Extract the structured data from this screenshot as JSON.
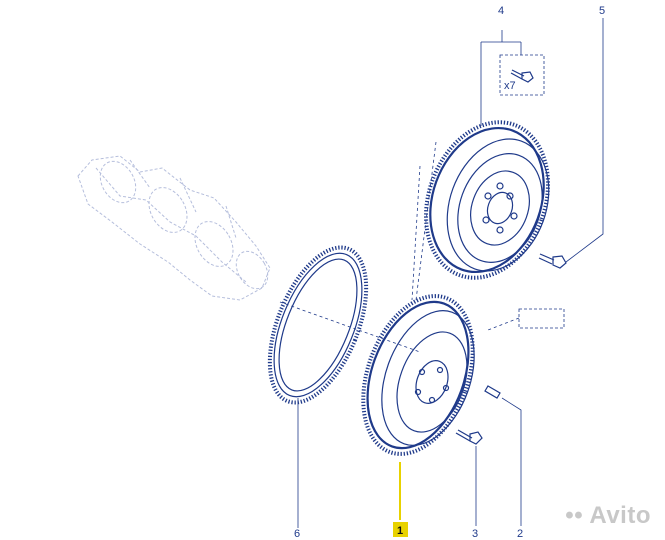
{
  "callouts": {
    "c1": "1",
    "c2": "2",
    "c3": "3",
    "c4": "4",
    "c5": "5",
    "c6": "6"
  },
  "bolt_box": {
    "quantity": "x7"
  },
  "watermark": "Avito",
  "colors": {
    "line": "#1f3a8a",
    "highlight": "#e8d200",
    "faint": "#b5bedc"
  }
}
